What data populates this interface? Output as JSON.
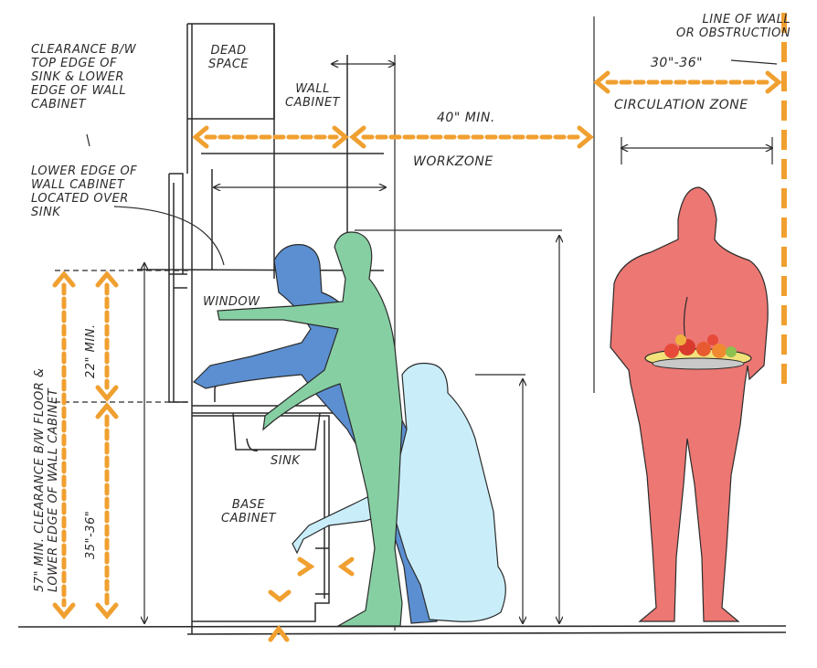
{
  "labels": {
    "clearance_note": [
      "CLEARANCE B/W",
      "TOP EDGE OF",
      "SINK & LOWER",
      "EDGE OF WALL",
      "CABINET"
    ],
    "dead_space": [
      "DEAD",
      "SPACE"
    ],
    "wall_cabinet": [
      "WALL",
      "CABINET"
    ],
    "forty_min": "40\" MIN.",
    "workzone": "WORKZONE",
    "line_of_wall": [
      "LINE OF WALL",
      "OR OBSTRUCTION"
    ],
    "thirty_36_top": "30\"-36\"",
    "circulation_zone": "CIRCULATION ZONE",
    "lower_edge_note": [
      "LOWER EDGE OF",
      "WALL CABINET",
      "LOCATED OVER",
      "SINK"
    ],
    "window": "WINDOW",
    "sink": "SINK",
    "base_cabinet": [
      "BASE",
      "CABINET"
    ],
    "fiftyseven_note": [
      "57\" MIN. CLEARANCE B/W FLOOR &",
      "LOWER EDGE OF WALL CABINET"
    ],
    "twentytwo_min": "22\" MIN.",
    "thirtyfive_36": "35\"-36\""
  },
  "colors": {
    "arrow": "#f0a030",
    "ink": "#2b2b2b",
    "figure_blue": "#5b8fd1",
    "figure_green": "#86cfa3",
    "figure_lightblue": "#c9eefa",
    "figure_red": "#ec7773"
  }
}
